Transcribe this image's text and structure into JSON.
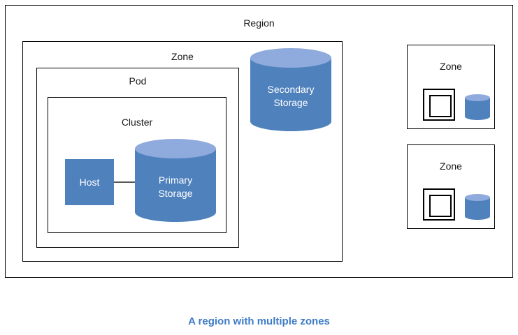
{
  "diagram": {
    "caption": "A region with multiple zones",
    "region": {
      "label": "Region"
    },
    "main_zone": {
      "label": "Zone",
      "pod": {
        "label": "Pod",
        "cluster": {
          "label": "Cluster",
          "host": {
            "label": "Host"
          },
          "primary_storage": {
            "label_line1": "Primary",
            "label_line2": "Storage"
          }
        }
      },
      "secondary_storage": {
        "label_line1": "Secondary",
        "label_line2": "Storage"
      }
    },
    "other_zones": [
      {
        "label": "Zone"
      },
      {
        "label": "Zone"
      }
    ]
  },
  "colors": {
    "shape_fill": "#4F81BD",
    "shape_top": "#8FAADC",
    "border": "#000000",
    "connector": "#595959",
    "caption": "#3E7CC6",
    "background": "#FFFFFF"
  }
}
